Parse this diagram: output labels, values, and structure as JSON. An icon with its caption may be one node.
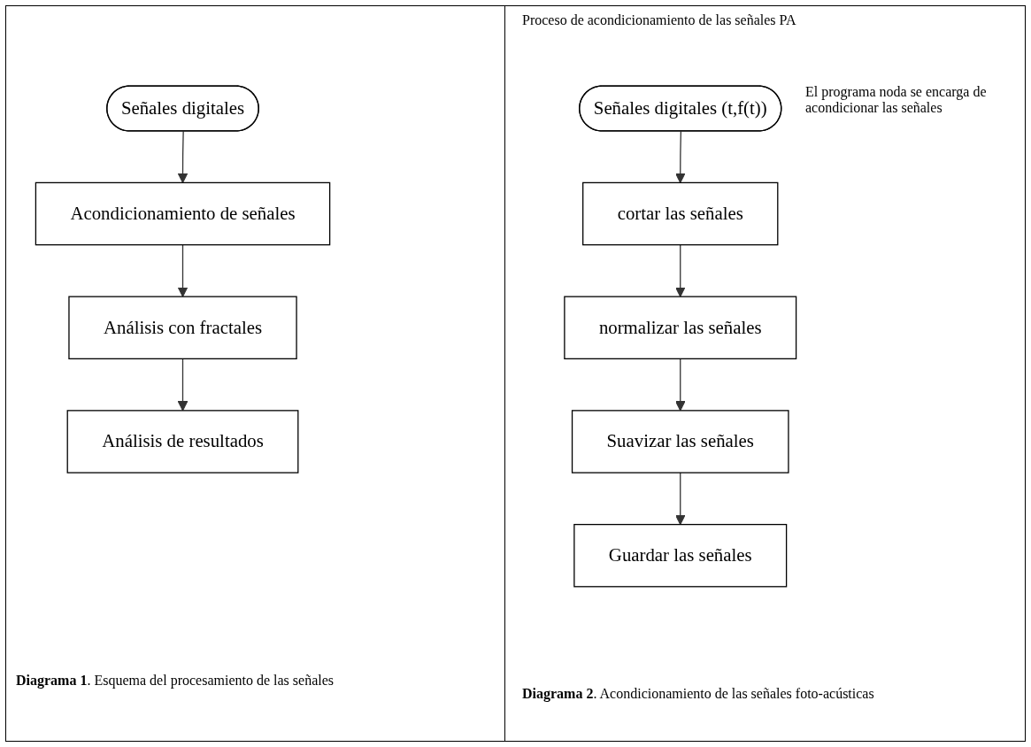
{
  "diagram": {
    "nodes": [
      {
        "text": [
          "Señales digitales"
        ]
      },
      {
        "text": [
          "Acondicionamiento de señales"
        ]
      },
      {
        "text": [
          "Análisis con fractales"
        ]
      },
      {
        "text": [
          "Análisis de resultados"
        ]
      },
      {
        "text": [
          "Señales digitales (t,f(t))"
        ]
      },
      {
        "text": [
          "cortar las señales"
        ]
      },
      {
        "text": [
          "normalizar las señales"
        ]
      },
      {
        "text": [
          "Suavizar las señales"
        ]
      },
      {
        "text": [
          "Guardar las señales"
        ]
      }
    ],
    "edges": [
      {
        "from": 0,
        "to": 1,
        "arrow": "to"
      },
      {
        "from": 1,
        "to": 2,
        "arrow": "to"
      },
      {
        "from": 2,
        "to": 3,
        "arrow": "to"
      },
      {
        "from": 4,
        "to": 5,
        "arrow": "to"
      },
      {
        "from": 5,
        "to": 6,
        "arrow": "to"
      },
      {
        "from": 6,
        "to": 7,
        "arrow": "to"
      },
      {
        "from": 7,
        "to": 8,
        "arrow": "to"
      }
    ],
    "labels": [
      "Proceso de acondicionamiento de las señales PA",
      "El programa noda se encarga de acondicionar las señales",
      "**Diagrama 1**. Esquema del procesamiento de las señales",
      "**Diagrama 2**. Acondicionamiento de las señales foto-acústicas"
    ]
  }
}
